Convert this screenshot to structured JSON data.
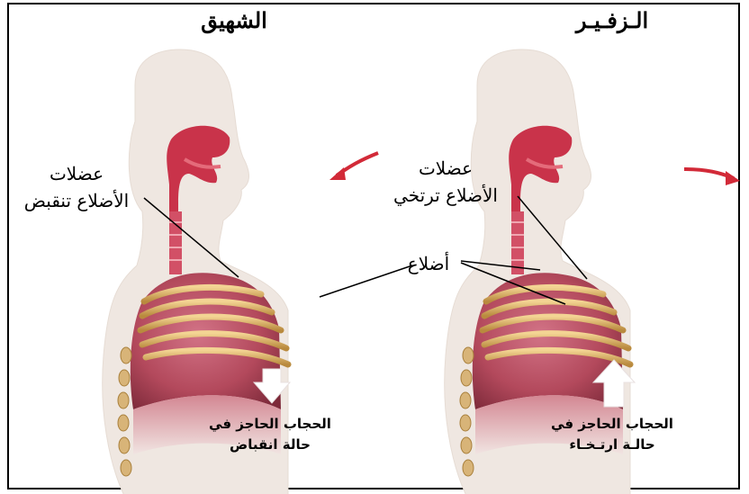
{
  "panels": [
    {
      "title": "الشهيق",
      "muscle_label": [
        "عضلات",
        "الأضلاع تنقبض"
      ],
      "diaphragm_label": [
        "الحجاب الحاجز في",
        "حالة انقباض"
      ],
      "arrow_direction": "down",
      "air_direction": "in"
    },
    {
      "title": "الـزفـيـر",
      "muscle_label": [
        "عضلات",
        "الأضلاع ترتخي"
      ],
      "diaphragm_label": [
        "الحجاب الحاجز في",
        "حالـة ارتـخـاء"
      ],
      "arrow_direction": "up",
      "air_direction": "out"
    }
  ],
  "ribs_label": "أضلاع",
  "colors": {
    "body": "#efe7e1",
    "lung": "#b3495c",
    "airway": "#c9334a",
    "rib": "#d9ad5c",
    "arrow": "#d22a38"
  }
}
